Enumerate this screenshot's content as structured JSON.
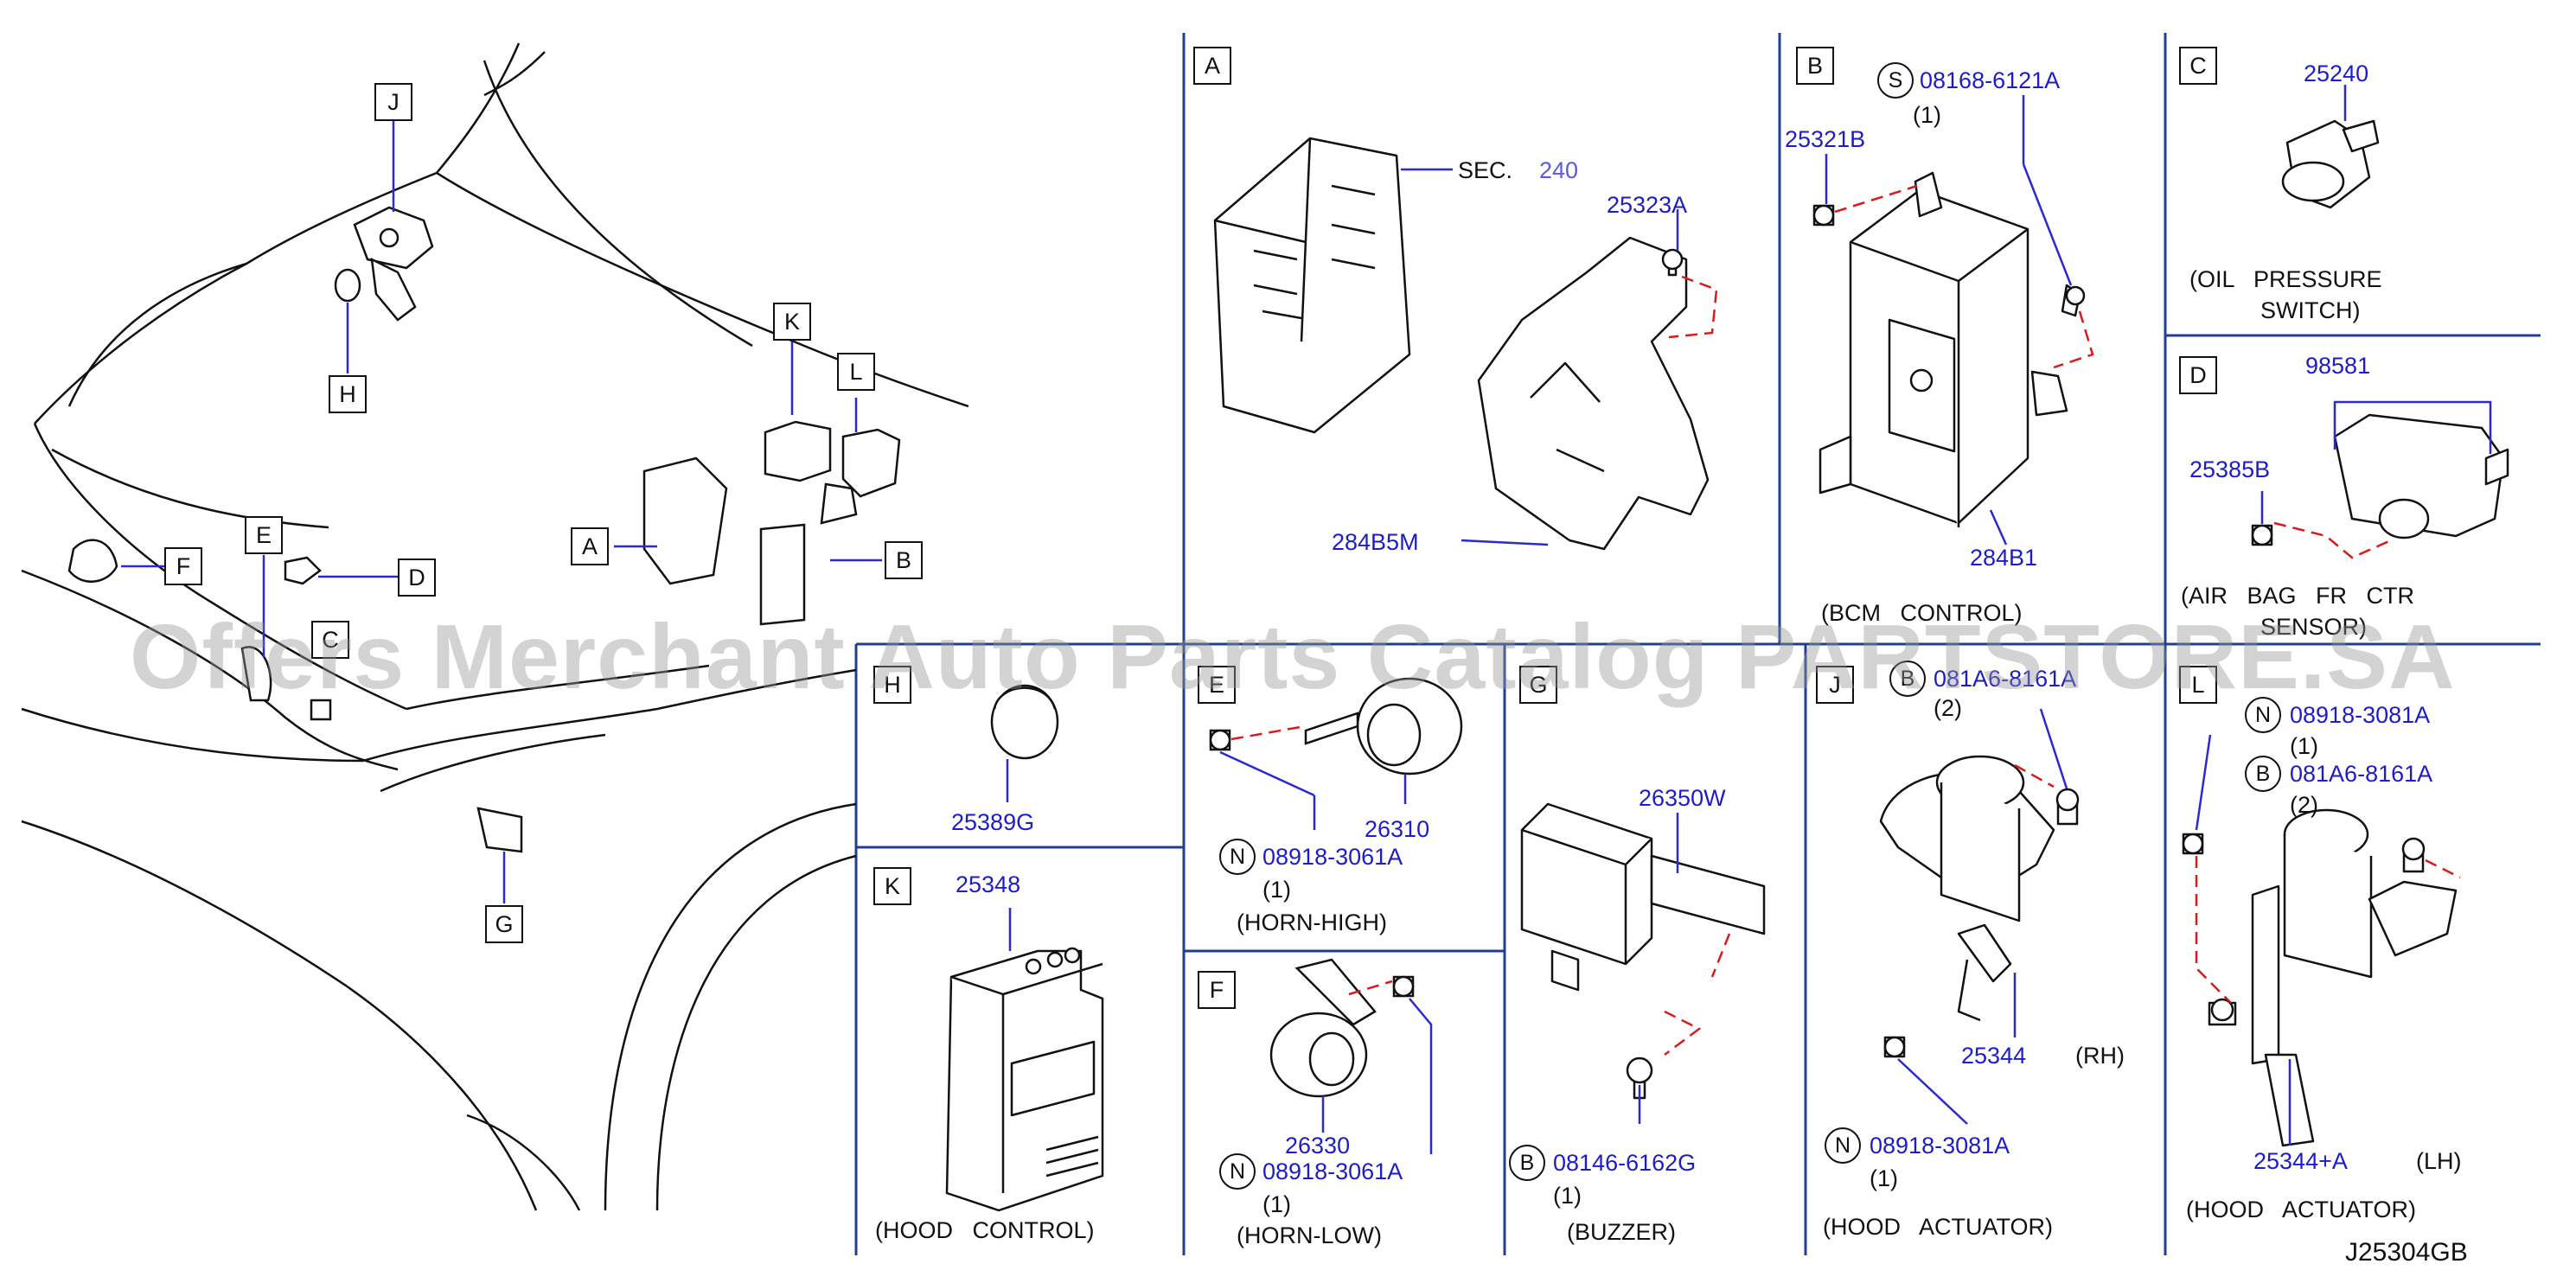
{
  "diagram_code": "J25304GB",
  "watermark": "Offers Merchant Auto Parts Catalog PARTSTORE.SA",
  "colors": {
    "part_number": "#1d1dc8",
    "line": "#111111",
    "divider": "#1f3f8f",
    "leader": "#2a2ad0",
    "dashed": "#d81b1b"
  },
  "overview": {
    "callouts": [
      "J",
      "H",
      "K",
      "L",
      "F",
      "E",
      "D",
      "C",
      "A",
      "B",
      "G"
    ]
  },
  "panels": {
    "A": {
      "key": "A",
      "sec_label": "SEC.",
      "sec_number": "240",
      "parts": [
        "25323A",
        "284B5M"
      ]
    },
    "B": {
      "key": "B",
      "fastener_symbol": "S",
      "fastener_number": "08168-6121A",
      "fastener_qty": "(1)",
      "parts": [
        "25321B",
        "284B1"
      ],
      "caption": "(BCM   CONTROL)"
    },
    "C": {
      "key": "C",
      "part": "25240",
      "caption_line1": "(OIL   PRESSURE",
      "caption_line2": "SWITCH)"
    },
    "D": {
      "key": "D",
      "parts": [
        "98581",
        "25385B"
      ],
      "caption_line1": "(AIR   BAG   FR   CTR",
      "caption_line2": "SENSOR)"
    },
    "H": {
      "key": "H",
      "part": "25389G"
    },
    "K": {
      "key": "K",
      "part": "25348",
      "caption": "(HOOD   CONTROL)"
    },
    "E": {
      "key": "E",
      "part": "26310",
      "fastener_symbol": "N",
      "fastener_number": "08918-3061A",
      "fastener_qty": "(1)",
      "caption": "(HORN-HIGH)"
    },
    "F": {
      "key": "F",
      "part": "26330",
      "fastener_symbol": "N",
      "fastener_number": "08918-3061A",
      "fastener_qty": "(1)",
      "caption": "(HORN-LOW)"
    },
    "G": {
      "key": "G",
      "part": "26350W",
      "fastener_symbol": "B",
      "fastener_number": "08146-6162G",
      "fastener_qty": "(1)",
      "caption": "(BUZZER)"
    },
    "J": {
      "key": "J",
      "bolt_symbol": "B",
      "bolt_number": "081A6-8161A",
      "bolt_qty": "(2)",
      "part": "25344",
      "side": "(RH)",
      "nut_symbol": "N",
      "nut_number": "08918-3081A",
      "nut_qty": "(1)",
      "caption": "(HOOD   ACTUATOR)"
    },
    "L": {
      "key": "L",
      "nut_symbol": "N",
      "nut_number": "08918-3081A",
      "nut_qty": "(1)",
      "bolt_symbol": "B",
      "bolt_number": "081A6-8161A",
      "bolt_qty": "(2)",
      "part": "25344+A",
      "side": "(LH)",
      "caption": "(HOOD   ACTUATOR)"
    }
  }
}
